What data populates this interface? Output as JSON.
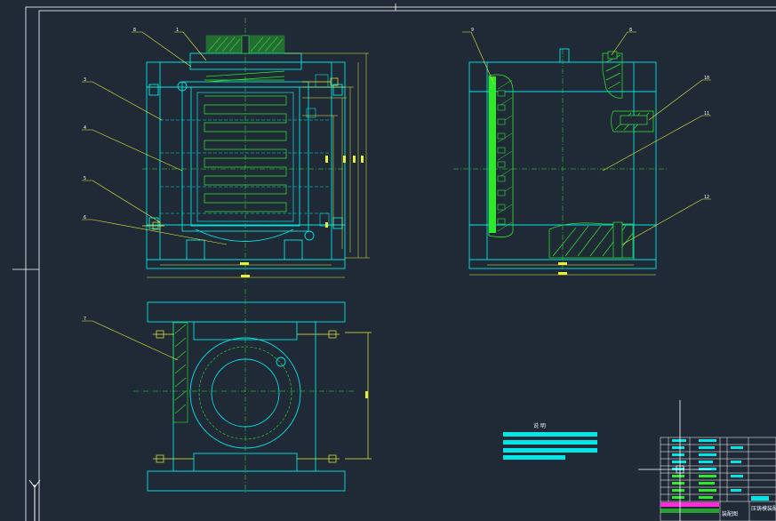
{
  "drawing": {
    "notes_title": "说 明",
    "titleblock_name_1": "压铸模装配图",
    "titleblock_name_2": "",
    "titleblock_sheet": "装配图"
  },
  "balloons": {
    "front": [
      "8",
      "1",
      "3",
      "4",
      "5",
      "6"
    ],
    "side": [
      "9",
      "8",
      "10",
      "11",
      "12"
    ],
    "top": [
      "7"
    ]
  },
  "colors": {
    "background": "#1f2a36",
    "outline": "#00e5e5",
    "green": "#2ee82e",
    "yellow": "#e8ef3a",
    "white": "#ffffff",
    "magenta": "#ff2bd6"
  },
  "icons": {
    "ucs": "ucs-axis-icon",
    "cursor": "crosshair-cursor-icon"
  }
}
